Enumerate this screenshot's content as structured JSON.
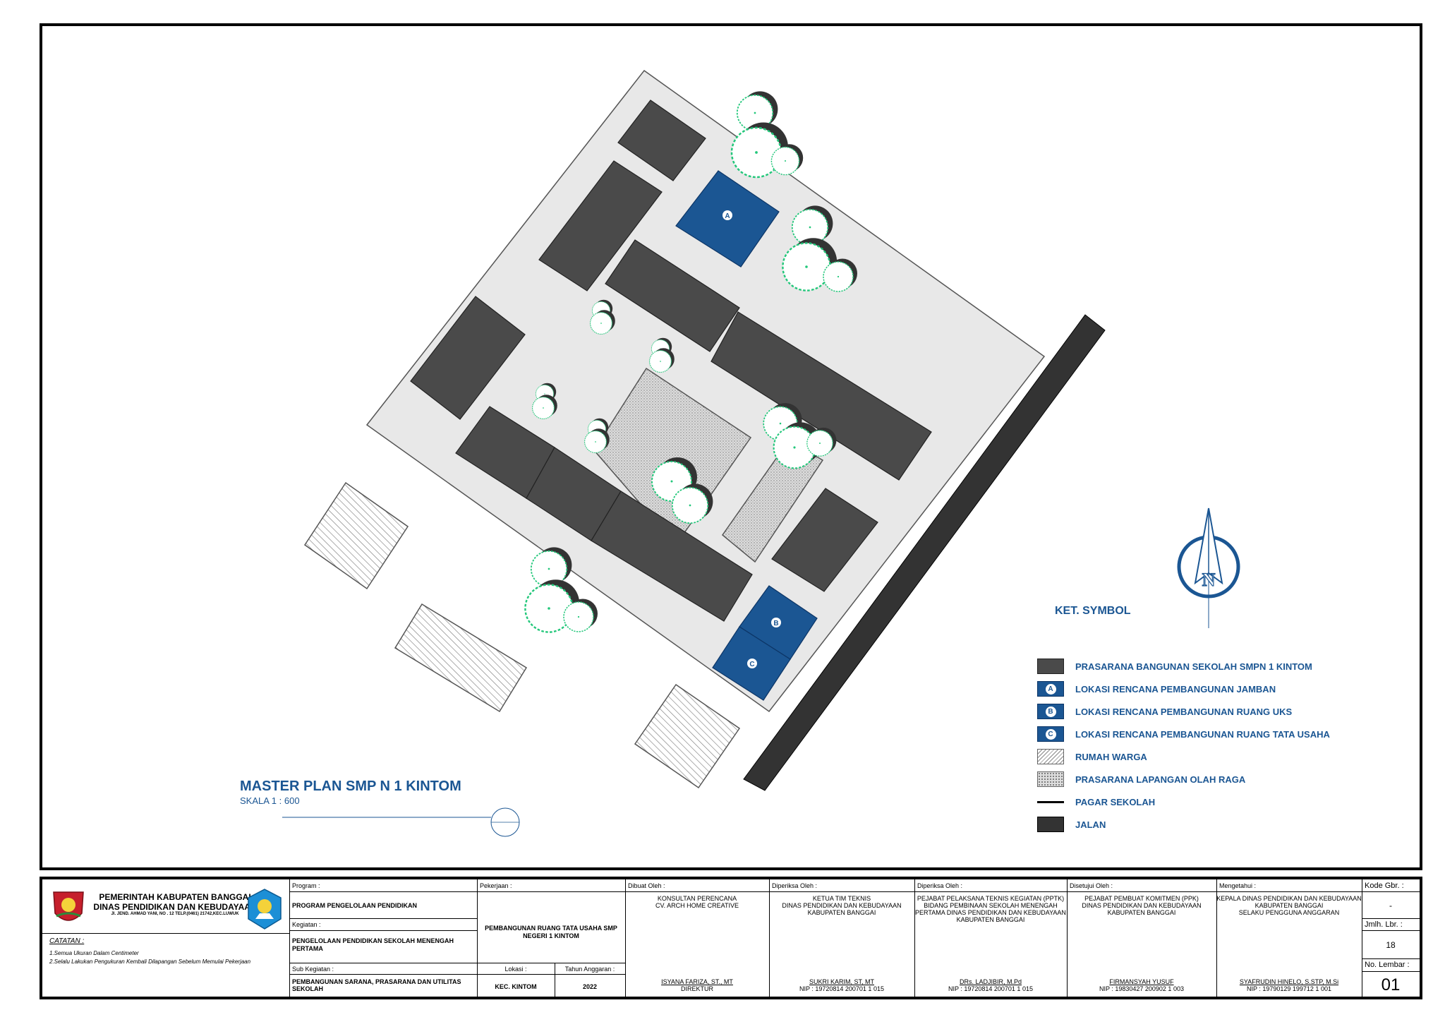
{
  "plan": {
    "title": "MASTER PLAN SMP N 1 KINTOM",
    "scale": "SKALA 1 : 600",
    "markers": [
      "A",
      "B",
      "C"
    ],
    "north_label": "N"
  },
  "legend": {
    "title": "KET. SYMBOL",
    "items": [
      {
        "swatch": "dark",
        "label": "PRASARANA BANGUNAN SEKOLAH SMPN 1 KINTOM"
      },
      {
        "swatch": "blue",
        "badge": "A",
        "label": "LOKASI RENCANA PEMBANGUNAN JAMBAN"
      },
      {
        "swatch": "blue",
        "badge": "B",
        "label": "LOKASI RENCANA PEMBANGUNAN RUANG UKS"
      },
      {
        "swatch": "blue",
        "badge": "C",
        "label": "LOKASI RENCANA PEMBANGUNAN RUANG TATA USAHA"
      },
      {
        "swatch": "hatch",
        "label": "RUMAH WARGA"
      },
      {
        "swatch": "dots",
        "label": "PRASARANA LAPANGAN OLAH RAGA"
      },
      {
        "swatch": "line",
        "label": "PAGAR SEKOLAH"
      },
      {
        "swatch": "road",
        "label": "JALAN"
      }
    ],
    "colors": {
      "building": "#4a4a4a",
      "plan_location": "#1b5693",
      "site": "#e8e8e8",
      "road": "#333333",
      "tree": "#22c77a"
    }
  },
  "title_block": {
    "org": {
      "line1": "PEMERINTAH KABUPATEN BANGGAI",
      "line2": "DINAS PENDIDIKAN DAN KEBUDAYAAN",
      "address": "Jl. JEND. AHMAD YANI, NO . 12 TELP.(0461) 21742,KEC.LUWUK"
    },
    "notes_title": "CATATAN :",
    "notes": [
      "1.Semua Ukuran Dalam Centimeter",
      "2.Selalu Lakukan Pengukuran Kembali Dilapangan Sebelum Memulai Pekerjaan"
    ],
    "program_label": "Program :",
    "program_value": "PROGRAM PENGELOLAAN PENDIDIKAN",
    "kegiatan_label": "Kegiatan :",
    "kegiatan_value": "PENGELOLAAN PENDIDIKAN SEKOLAH MENENGAH PERTAMA",
    "sub_kegiatan_label": "Sub Kegiatan :",
    "sub_kegiatan_value": "PEMBANGUNAN SARANA, PRASARANA DAN UTILITAS SEKOLAH",
    "pekerjaan_label": "Pekerjaan :",
    "pekerjaan_value": "PEMBANGUNAN RUANG TATA USAHA SMP NEGERI 1 KINTOM",
    "lokasi_label": "Lokasi :",
    "lokasi_value": "KEC. KINTOM",
    "tahun_label": "Tahun Anggaran :",
    "tahun_value": "2022",
    "dibuat": {
      "label": "Dibuat Oleh :",
      "org_lines": [
        "KONSULTAN PERENCANA",
        "CV. ARCH HOME CREATIVE"
      ],
      "name": "ISYANA FARIZA, ST., MT",
      "role": "DIREKTUR"
    },
    "diperiksa1": {
      "label": "Diperiksa Oleh :",
      "org_lines": [
        "KETUA TIM TEKNIS",
        "DINAS PENDIDIKAN DAN KEBUDAYAAN",
        "KABUPATEN BANGGAI"
      ],
      "name": "SUKRI KARIM, ST, MT",
      "nip": "NIP : 19720814 200701 1 015"
    },
    "diperiksa2": {
      "label": "Diperiksa Oleh :",
      "org_lines": [
        "PEJABAT PELAKSANA TEKNIS KEGIATAN (PPTK)",
        "BIDANG PEMBINAAN SEKOLAH MENENGAH",
        "PERTAMA DINAS PENDIDIKAN DAN KEBUDAYAAN",
        "KABUPATEN BANGGAI"
      ],
      "name": "DRs. LADJIBIR, M.Pd",
      "nip": "NIP : 19720814 200701 1 015"
    },
    "disetujui": {
      "label": "Disetujui Oleh :",
      "org_lines": [
        "PEJABAT PEMBUAT KOMITMEN (PPK)",
        "DINAS PENDIDIKAN DAN KEBUDAYAAN",
        "KABUPATEN BANGGAI"
      ],
      "name": "FIRMANSYAH YUSUF",
      "nip": "NIP : 19830427 200902 1 003"
    },
    "mengetahui": {
      "label": "Mengetahui :",
      "org_lines": [
        "KEPALA DINAS PENDIDIKAN DAN KEBUDAYAAN",
        "KABUPATEN BANGGAI",
        "SELAKU PENGGUNA ANGGARAN"
      ],
      "name": "SYAFRUDIN HINELO, S.STP, M.Si",
      "nip": "NIP : 19790129 199712 1 001"
    },
    "kode_gbr_label": "Kode Gbr. :",
    "kode_gbr_value": "-",
    "jmlh_lbr_label": "Jmlh. Lbr. :",
    "jmlh_lbr_value": "18",
    "no_lembar_label": "No. Lembar :",
    "no_lembar_value": "01"
  }
}
